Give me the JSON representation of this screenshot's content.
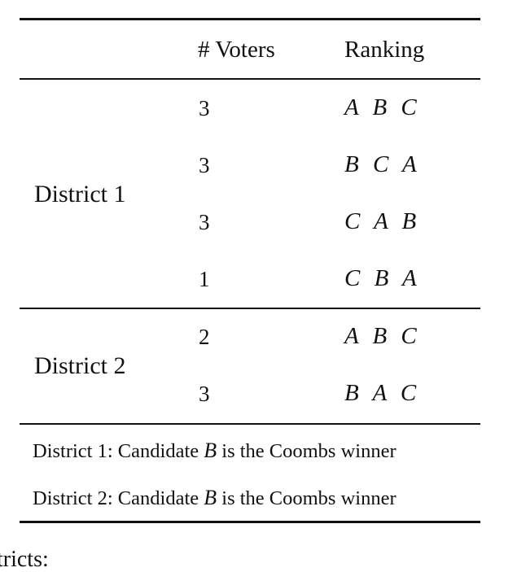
{
  "table": {
    "headers": [
      "",
      "# Voters",
      "Ranking"
    ],
    "districts": [
      {
        "label": "District 1",
        "rows": [
          {
            "voters": "3",
            "ranking": "A B C"
          },
          {
            "voters": "3",
            "ranking": "B C A"
          },
          {
            "voters": "3",
            "ranking": "C A B"
          },
          {
            "voters": "1",
            "ranking": "C B A"
          }
        ]
      },
      {
        "label": "District 2",
        "rows": [
          {
            "voters": "2",
            "ranking": "A B C"
          },
          {
            "voters": "3",
            "ranking": "B A C"
          }
        ]
      }
    ],
    "notes": [
      {
        "prefix": "District 1: Candidate ",
        "candidate": "B",
        "suffix": " is the Coombs winner"
      },
      {
        "prefix": "District 2: Candidate ",
        "candidate": "B",
        "suffix": " is the Coombs winner"
      }
    ]
  },
  "trailing_text": "tricts:"
}
